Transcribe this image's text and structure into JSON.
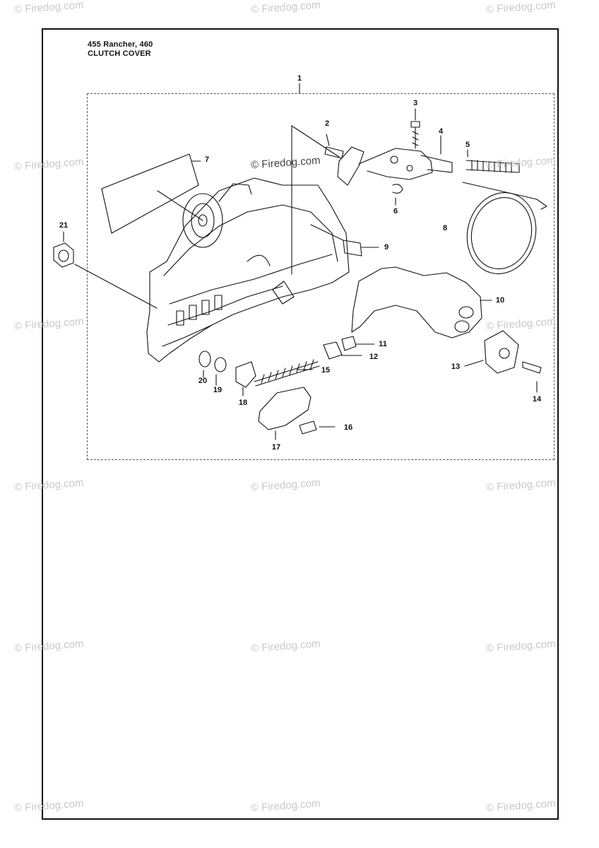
{
  "header": {
    "model": "455 Rancher, 460",
    "section": "CLUTCH COVER"
  },
  "watermark": {
    "text": "© Firedog.com"
  },
  "parts": [
    {
      "id": "1",
      "label": "1"
    },
    {
      "id": "2",
      "label": "2"
    },
    {
      "id": "3",
      "label": "3"
    },
    {
      "id": "4",
      "label": "4"
    },
    {
      "id": "5",
      "label": "5"
    },
    {
      "id": "6",
      "label": "6"
    },
    {
      "id": "7",
      "label": "7"
    },
    {
      "id": "8",
      "label": "8"
    },
    {
      "id": "9",
      "label": "9"
    },
    {
      "id": "10",
      "label": "10"
    },
    {
      "id": "11",
      "label": "11"
    },
    {
      "id": "12",
      "label": "12"
    },
    {
      "id": "13",
      "label": "13"
    },
    {
      "id": "14",
      "label": "14"
    },
    {
      "id": "15",
      "label": "15"
    },
    {
      "id": "16",
      "label": "16"
    },
    {
      "id": "17",
      "label": "17"
    },
    {
      "id": "18",
      "label": "18"
    },
    {
      "id": "19",
      "label": "19"
    },
    {
      "id": "20",
      "label": "20"
    },
    {
      "id": "21",
      "label": "21"
    }
  ]
}
